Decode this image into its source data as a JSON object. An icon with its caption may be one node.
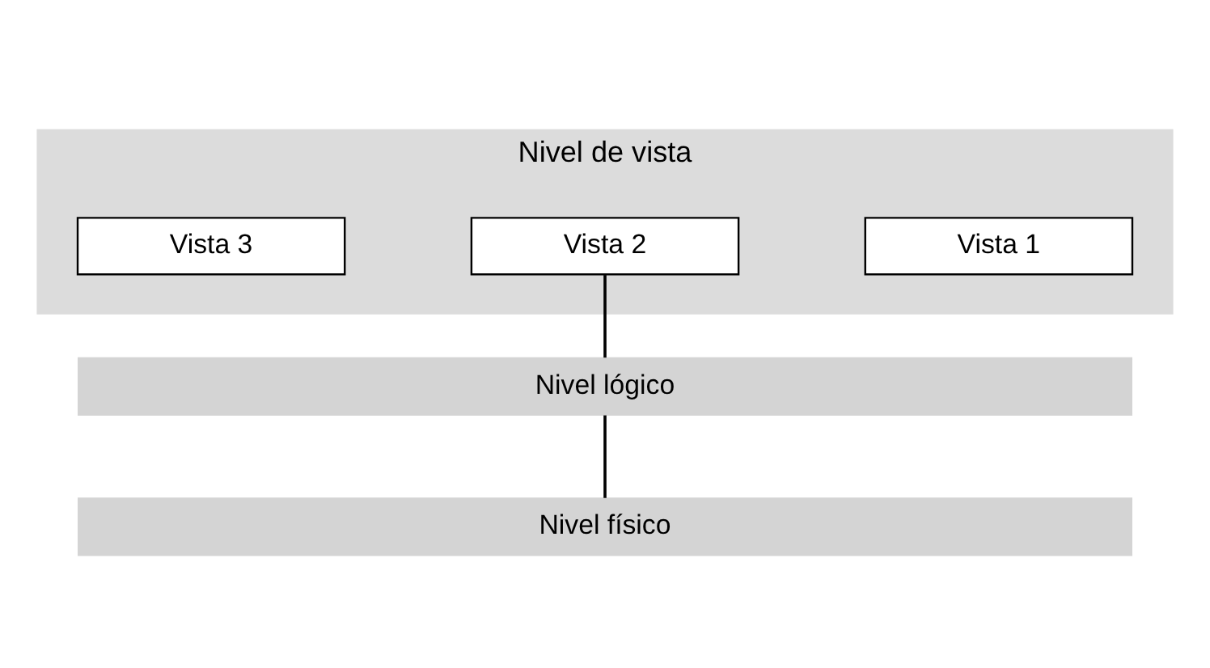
{
  "diagram": {
    "nodes": [
      {
        "text": [
          "Nivel de vista"
        ]
      },
      {
        "text": [
          "Vista 1"
        ],
        "in": 0
      },
      {
        "text": [
          "Vista 2"
        ],
        "in": 0
      },
      {
        "text": [
          "Vista 3"
        ],
        "in": 0
      },
      {
        "text": [
          "Nivel lógico"
        ]
      },
      {
        "text": [
          "Nivel físico"
        ]
      }
    ],
    "edges": [
      {
        "from": 2,
        "to": 4,
        "arrow": "none"
      },
      {
        "from": 4,
        "to": 5,
        "arrow": "none"
      }
    ]
  }
}
